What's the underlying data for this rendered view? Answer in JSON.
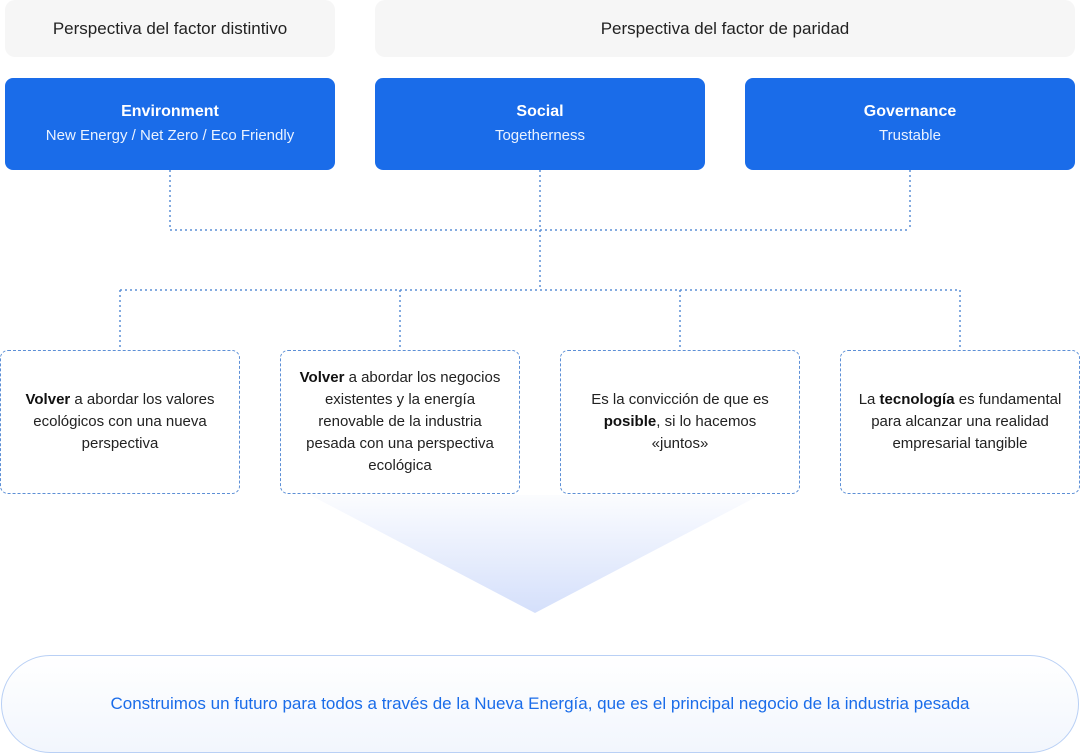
{
  "headers": {
    "left": "Perspectiva del factor distintivo",
    "right": "Perspectiva del factor de paridad"
  },
  "pillars": [
    {
      "title": "Environment",
      "subtitle": "New Energy / Net Zero / Eco Friendly"
    },
    {
      "title": "Social",
      "subtitle": "Togetherness"
    },
    {
      "title": "Governance",
      "subtitle": "Trustable"
    }
  ],
  "cards": [
    {
      "bold": "Volver",
      "rest": " a abordar los valores ecológicos con una nueva perspectiva"
    },
    {
      "bold": "Volver",
      "rest": " a abordar los negocios existentes y la energía renovable de la industria pesada con una perspectiva ecológica"
    },
    {
      "pre": "Es la convicción de que es ",
      "bold": "posible",
      "rest": ", si lo hacemos «juntos»"
    },
    {
      "pre": "La ",
      "bold": "tecnología",
      "rest": " es fundamental para alcanzar una realidad empresarial tangible"
    }
  ],
  "banner": "Construimos un futuro para todos a través de la Nueva Energía, que es el principal negocio de la industria pesada",
  "colors": {
    "accent": "#1a6ce9",
    "connector": "#5c8fd6"
  }
}
